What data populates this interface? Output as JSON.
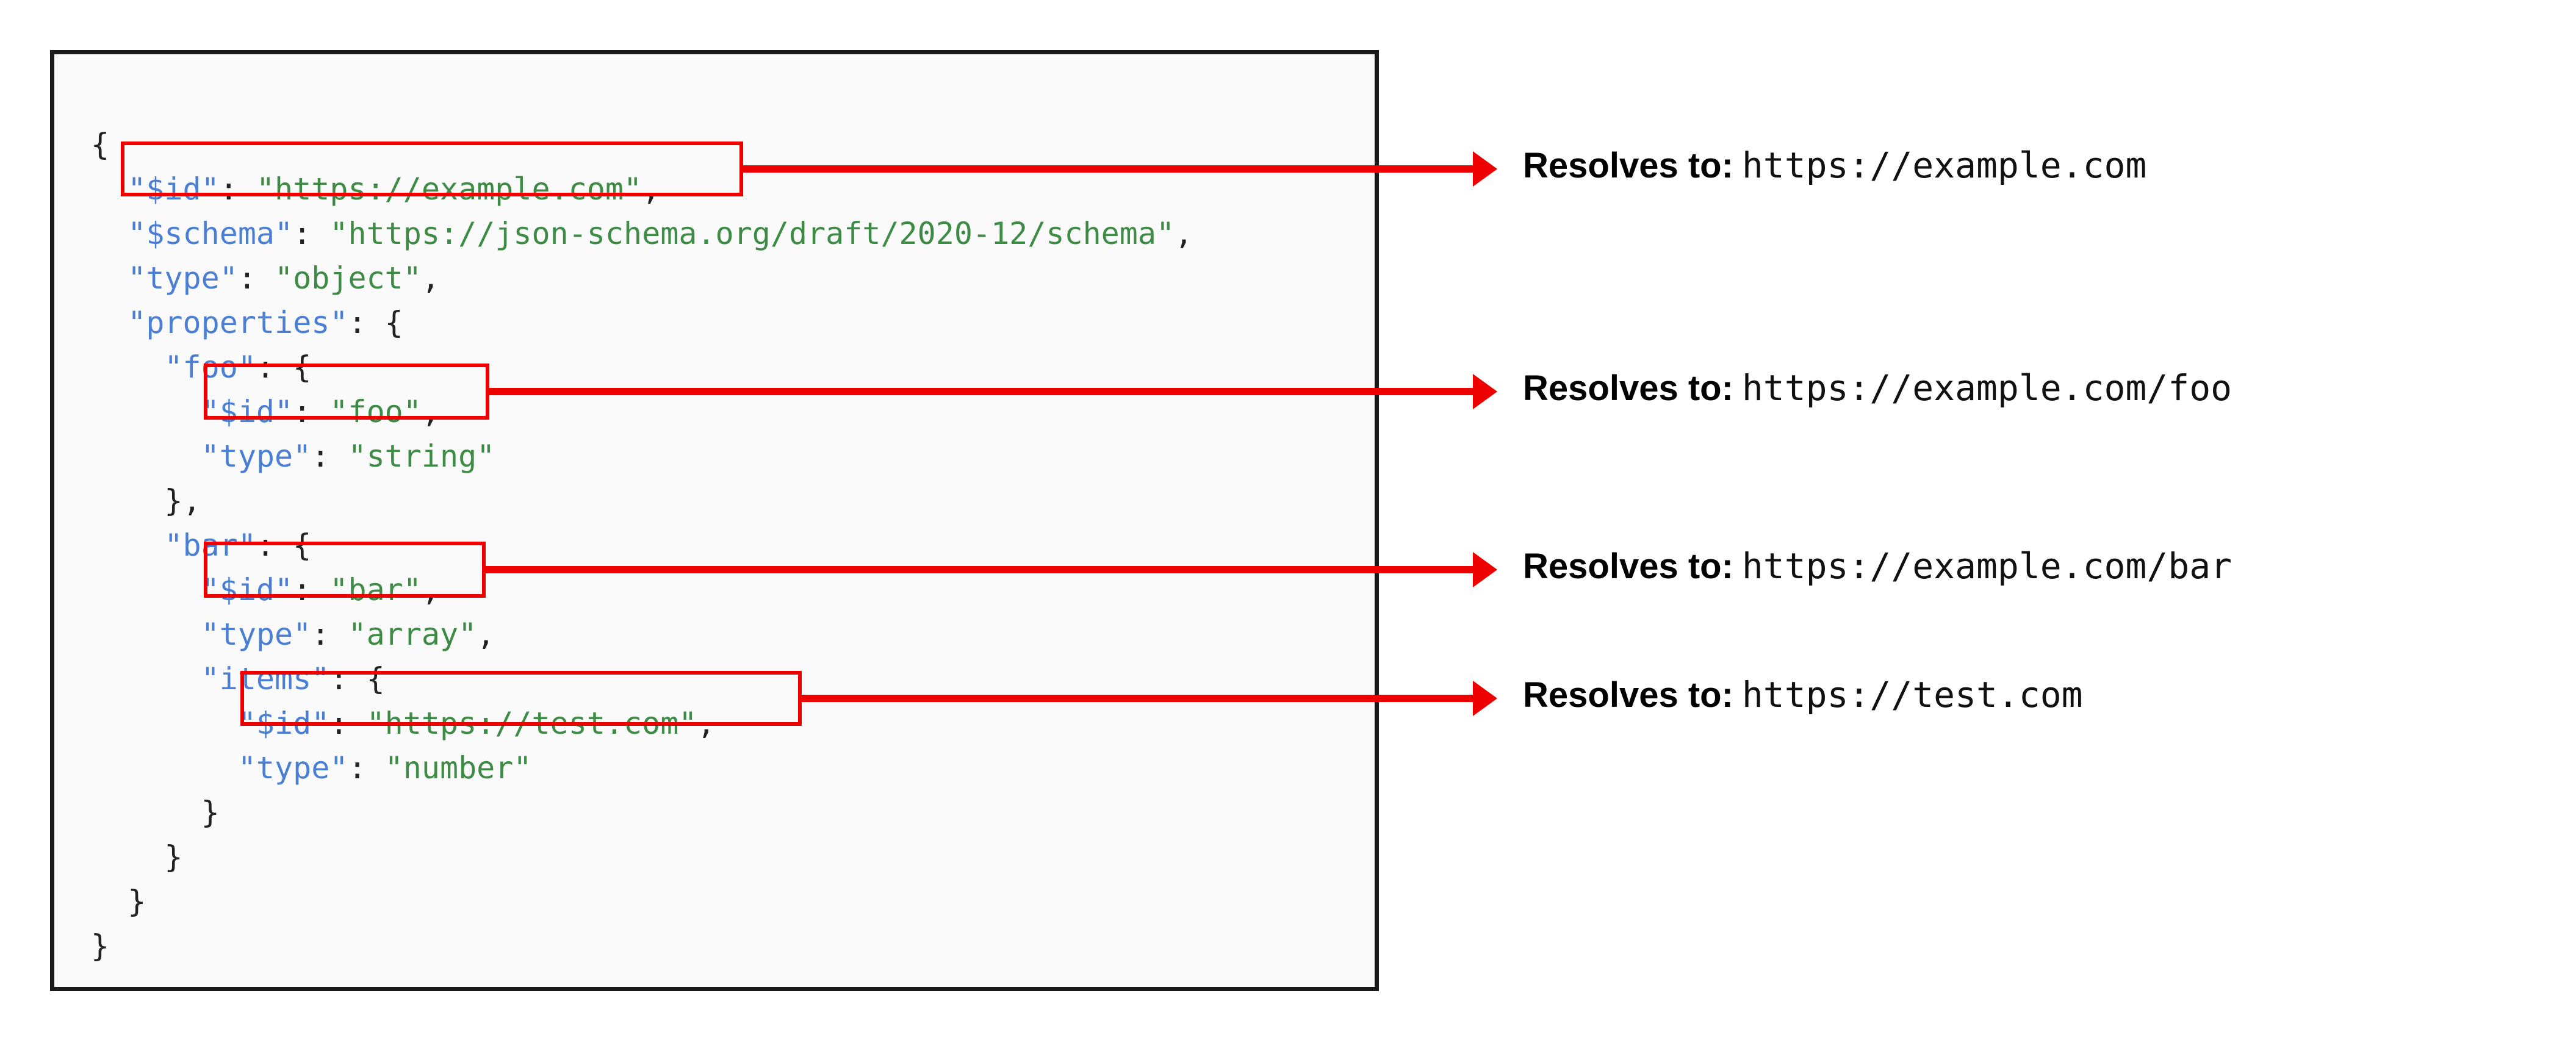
{
  "diagram": {
    "title_semantics": "JSON Schema $id resolution diagram",
    "accent_color": "#ee0000",
    "panel_background": "#fafafa",
    "panel_border_color": "#1a1a1a",
    "key_color": "#4a7fd4",
    "string_color": "#3d8b45",
    "punct_color": "#222222"
  },
  "code": {
    "language": "json",
    "lines": [
      {
        "indent": 0,
        "segments": [
          {
            "text": "{",
            "type": "punct"
          }
        ]
      },
      {
        "indent": 1,
        "segments": [
          {
            "text": "\"$id\"",
            "type": "key"
          },
          {
            "text": ": ",
            "type": "punct"
          },
          {
            "text": "\"https://example.com\"",
            "type": "str"
          },
          {
            "text": ",",
            "type": "punct"
          }
        ]
      },
      {
        "indent": 1,
        "segments": [
          {
            "text": "\"$schema\"",
            "type": "key"
          },
          {
            "text": ": ",
            "type": "punct"
          },
          {
            "text": "\"https://json-schema.org/draft/2020-12/schema\"",
            "type": "str"
          },
          {
            "text": ",",
            "type": "punct"
          }
        ]
      },
      {
        "indent": 1,
        "segments": [
          {
            "text": "\"type\"",
            "type": "key"
          },
          {
            "text": ": ",
            "type": "punct"
          },
          {
            "text": "\"object\"",
            "type": "str"
          },
          {
            "text": ",",
            "type": "punct"
          }
        ]
      },
      {
        "indent": 1,
        "segments": [
          {
            "text": "\"properties\"",
            "type": "key"
          },
          {
            "text": ": {",
            "type": "punct"
          }
        ]
      },
      {
        "indent": 2,
        "segments": [
          {
            "text": "\"foo\"",
            "type": "key"
          },
          {
            "text": ": {",
            "type": "punct"
          }
        ]
      },
      {
        "indent": 3,
        "segments": [
          {
            "text": "\"$id\"",
            "type": "key"
          },
          {
            "text": ": ",
            "type": "punct"
          },
          {
            "text": "\"foo\"",
            "type": "str"
          },
          {
            "text": ",",
            "type": "punct"
          }
        ]
      },
      {
        "indent": 3,
        "segments": [
          {
            "text": "\"type\"",
            "type": "key"
          },
          {
            "text": ": ",
            "type": "punct"
          },
          {
            "text": "\"string\"",
            "type": "str"
          }
        ]
      },
      {
        "indent": 2,
        "segments": [
          {
            "text": "},",
            "type": "punct"
          }
        ]
      },
      {
        "indent": 2,
        "segments": [
          {
            "text": "\"bar\"",
            "type": "key"
          },
          {
            "text": ": {",
            "type": "punct"
          }
        ]
      },
      {
        "indent": 3,
        "segments": [
          {
            "text": "\"$id\"",
            "type": "key"
          },
          {
            "text": ": ",
            "type": "punct"
          },
          {
            "text": "\"bar\"",
            "type": "str"
          },
          {
            "text": ",",
            "type": "punct"
          }
        ]
      },
      {
        "indent": 3,
        "segments": [
          {
            "text": "\"type\"",
            "type": "key"
          },
          {
            "text": ": ",
            "type": "punct"
          },
          {
            "text": "\"array\"",
            "type": "str"
          },
          {
            "text": ",",
            "type": "punct"
          }
        ]
      },
      {
        "indent": 3,
        "segments": [
          {
            "text": "\"items\"",
            "type": "key"
          },
          {
            "text": ": {",
            "type": "punct"
          }
        ]
      },
      {
        "indent": 4,
        "segments": [
          {
            "text": "\"$id\"",
            "type": "key"
          },
          {
            "text": ": ",
            "type": "punct"
          },
          {
            "text": "\"https://test.com\"",
            "type": "str"
          },
          {
            "text": ",",
            "type": "punct"
          }
        ]
      },
      {
        "indent": 4,
        "segments": [
          {
            "text": "\"type\"",
            "type": "key"
          },
          {
            "text": ": ",
            "type": "punct"
          },
          {
            "text": "\"number\"",
            "type": "str"
          }
        ]
      },
      {
        "indent": 3,
        "segments": [
          {
            "text": "}",
            "type": "punct"
          }
        ]
      },
      {
        "indent": 2,
        "segments": [
          {
            "text": "}",
            "type": "punct"
          }
        ]
      },
      {
        "indent": 1,
        "segments": [
          {
            "text": "}",
            "type": "punct"
          }
        ]
      },
      {
        "indent": 0,
        "segments": [
          {
            "text": "}",
            "type": "punct"
          }
        ]
      }
    ]
  },
  "highlights": [
    {
      "name": "root-id",
      "line_index": 1,
      "label": "\"$id\": \"https://example.com\","
    },
    {
      "name": "foo-id",
      "line_index": 6,
      "label": "\"$id\": \"foo\","
    },
    {
      "name": "bar-id",
      "line_index": 10,
      "label": "\"$id\": \"bar\","
    },
    {
      "name": "items-id",
      "line_index": 13,
      "label": "\"$id\": \"https://test.com\","
    }
  ],
  "notes": [
    {
      "label": "Resolves to:",
      "url": "https://example.com"
    },
    {
      "label": "Resolves to:",
      "url": "https://example.com/foo"
    },
    {
      "label": "Resolves to:",
      "url": "https://example.com/bar"
    },
    {
      "label": "Resolves to:",
      "url": "https://test.com"
    }
  ]
}
